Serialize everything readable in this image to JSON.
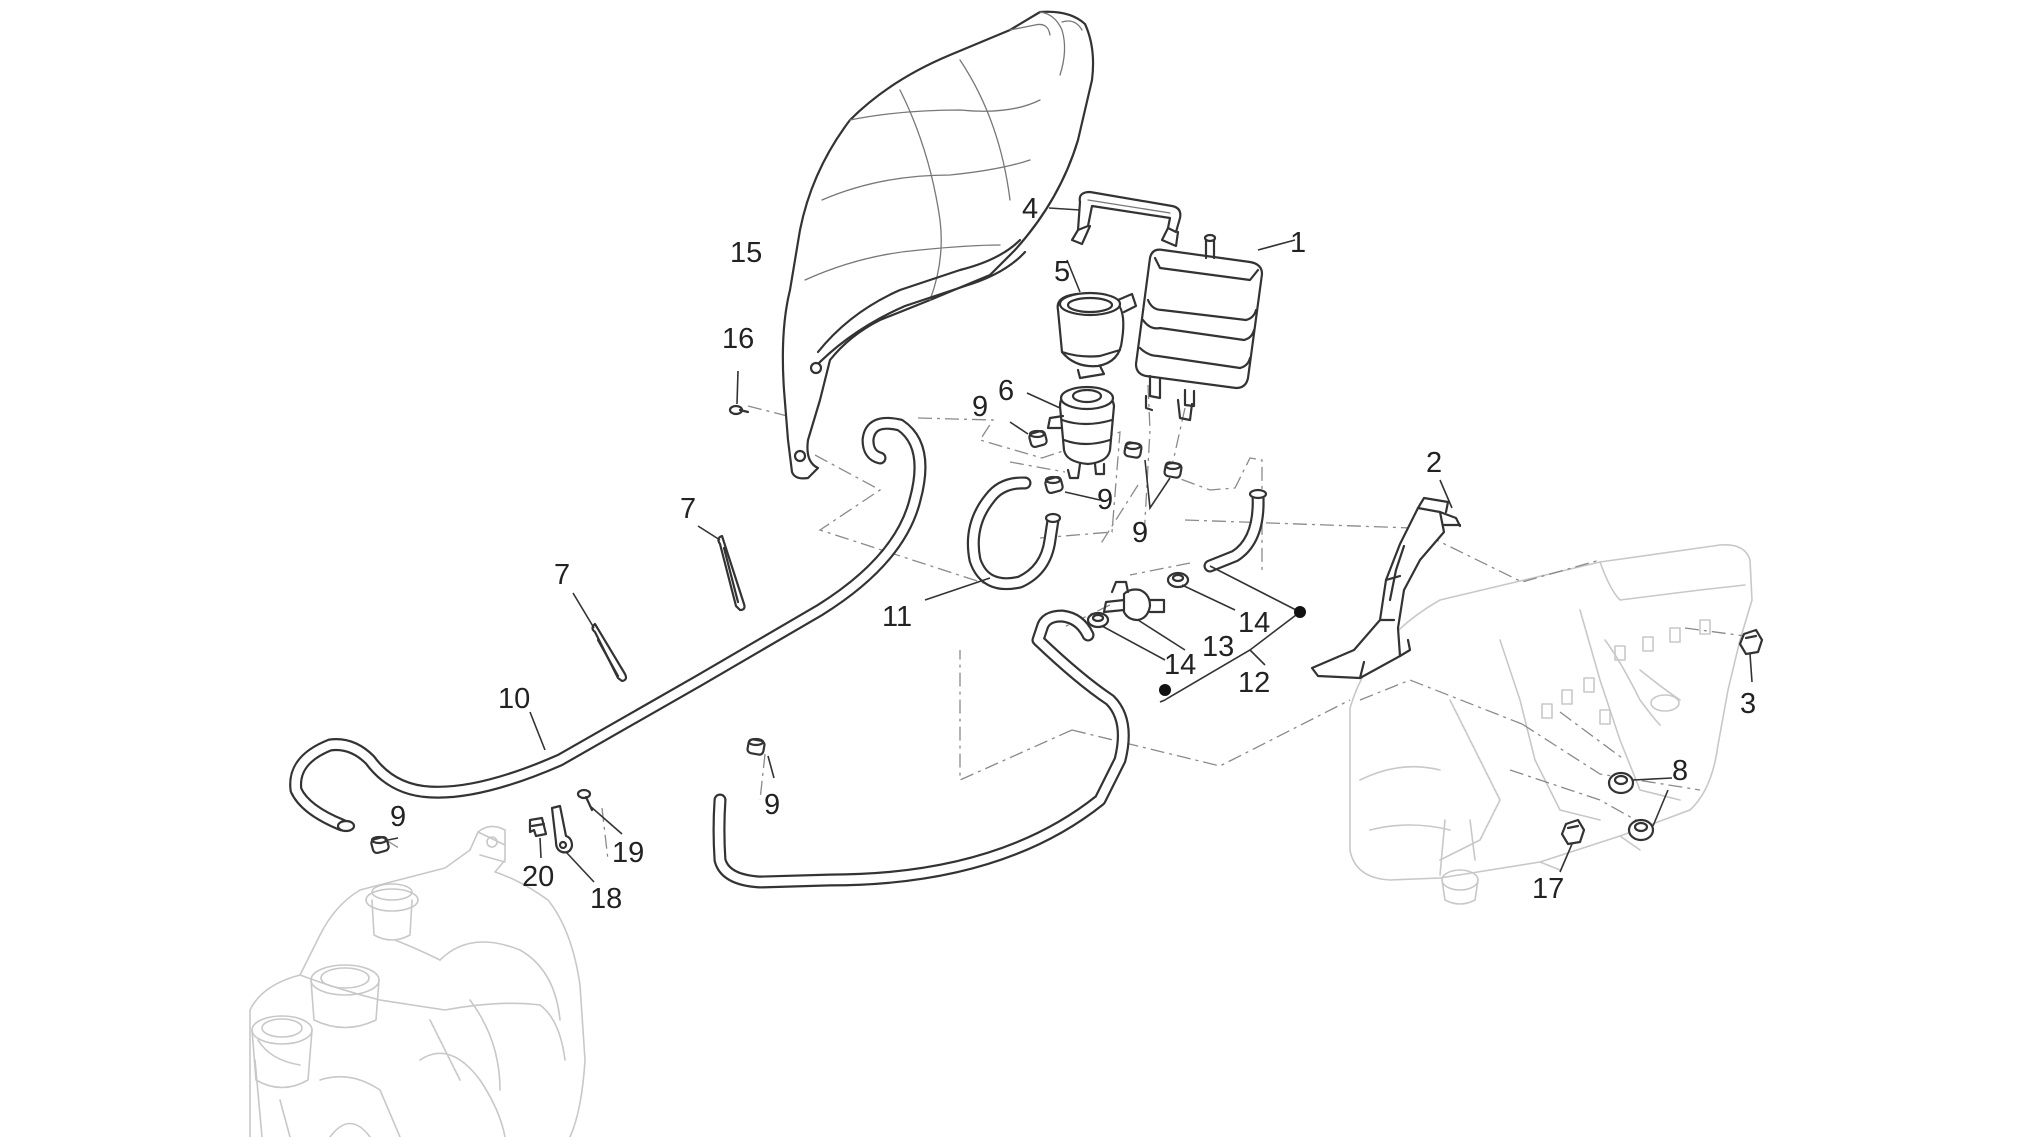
{
  "callouts": [
    {
      "id": "c1",
      "text": "1"
    },
    {
      "id": "c2",
      "text": "2"
    },
    {
      "id": "c3",
      "text": "3"
    },
    {
      "id": "c4",
      "text": "4"
    },
    {
      "id": "c5",
      "text": "5"
    },
    {
      "id": "c6",
      "text": "6"
    },
    {
      "id": "c7a",
      "text": "7"
    },
    {
      "id": "c7b",
      "text": "7"
    },
    {
      "id": "c8",
      "text": "8"
    },
    {
      "id": "c9a",
      "text": "9"
    },
    {
      "id": "c9b",
      "text": "9"
    },
    {
      "id": "c9c",
      "text": "9"
    },
    {
      "id": "c9d",
      "text": "9"
    },
    {
      "id": "c9e",
      "text": "9"
    },
    {
      "id": "c10",
      "text": "10"
    },
    {
      "id": "c11",
      "text": "11"
    },
    {
      "id": "c12",
      "text": "12"
    },
    {
      "id": "c13",
      "text": "13"
    },
    {
      "id": "c14a",
      "text": "14"
    },
    {
      "id": "c14b",
      "text": "14"
    },
    {
      "id": "c15",
      "text": "15"
    },
    {
      "id": "c16",
      "text": "16"
    },
    {
      "id": "c17",
      "text": "17"
    },
    {
      "id": "c18",
      "text": "18"
    },
    {
      "id": "c19",
      "text": "19"
    },
    {
      "id": "c20",
      "text": "20"
    }
  ],
  "colors": {
    "line": "#333333",
    "ghost": "#c8c8c8",
    "background": "#ffffff"
  }
}
